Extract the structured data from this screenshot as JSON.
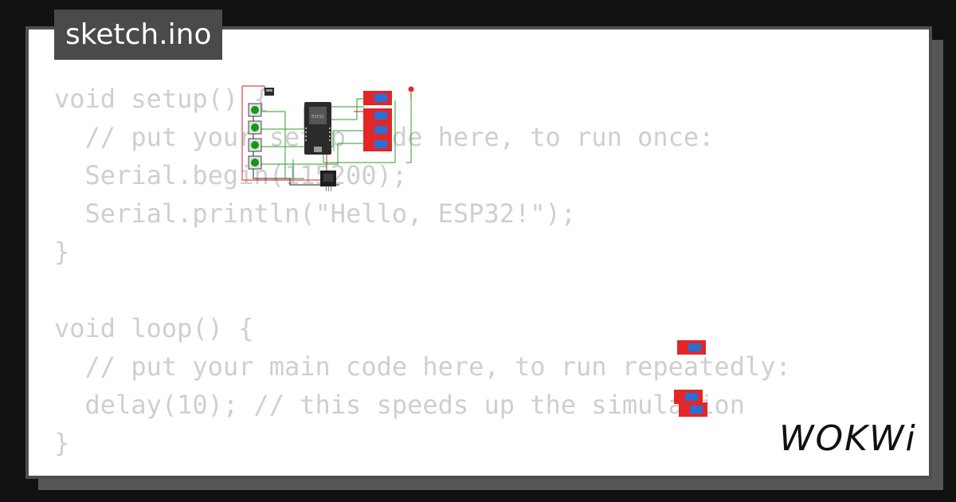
{
  "sketch": {
    "filename": "sketch.ino"
  },
  "code_lines": [
    "void setup() {",
    "  // put your setup code here, to run once:",
    "  Serial.begin(115200);",
    "  Serial.println(\"Hello, ESP32!\");",
    "}",
    "",
    "void loop() {",
    "  // put your main code here, to run repeatedly:",
    "  delay(10); // this speeds up the simulation",
    "}"
  ],
  "brand": {
    "logo_text": "WOKWi"
  },
  "board": {
    "label": "ESP32"
  },
  "colors": {
    "relay": "#e32626",
    "relay_blue": "#2a6fd6",
    "button_green": "#129a12",
    "wire_green": "#2e9e2e",
    "wire_red": "#d02020",
    "board": "#2b2b2b"
  }
}
